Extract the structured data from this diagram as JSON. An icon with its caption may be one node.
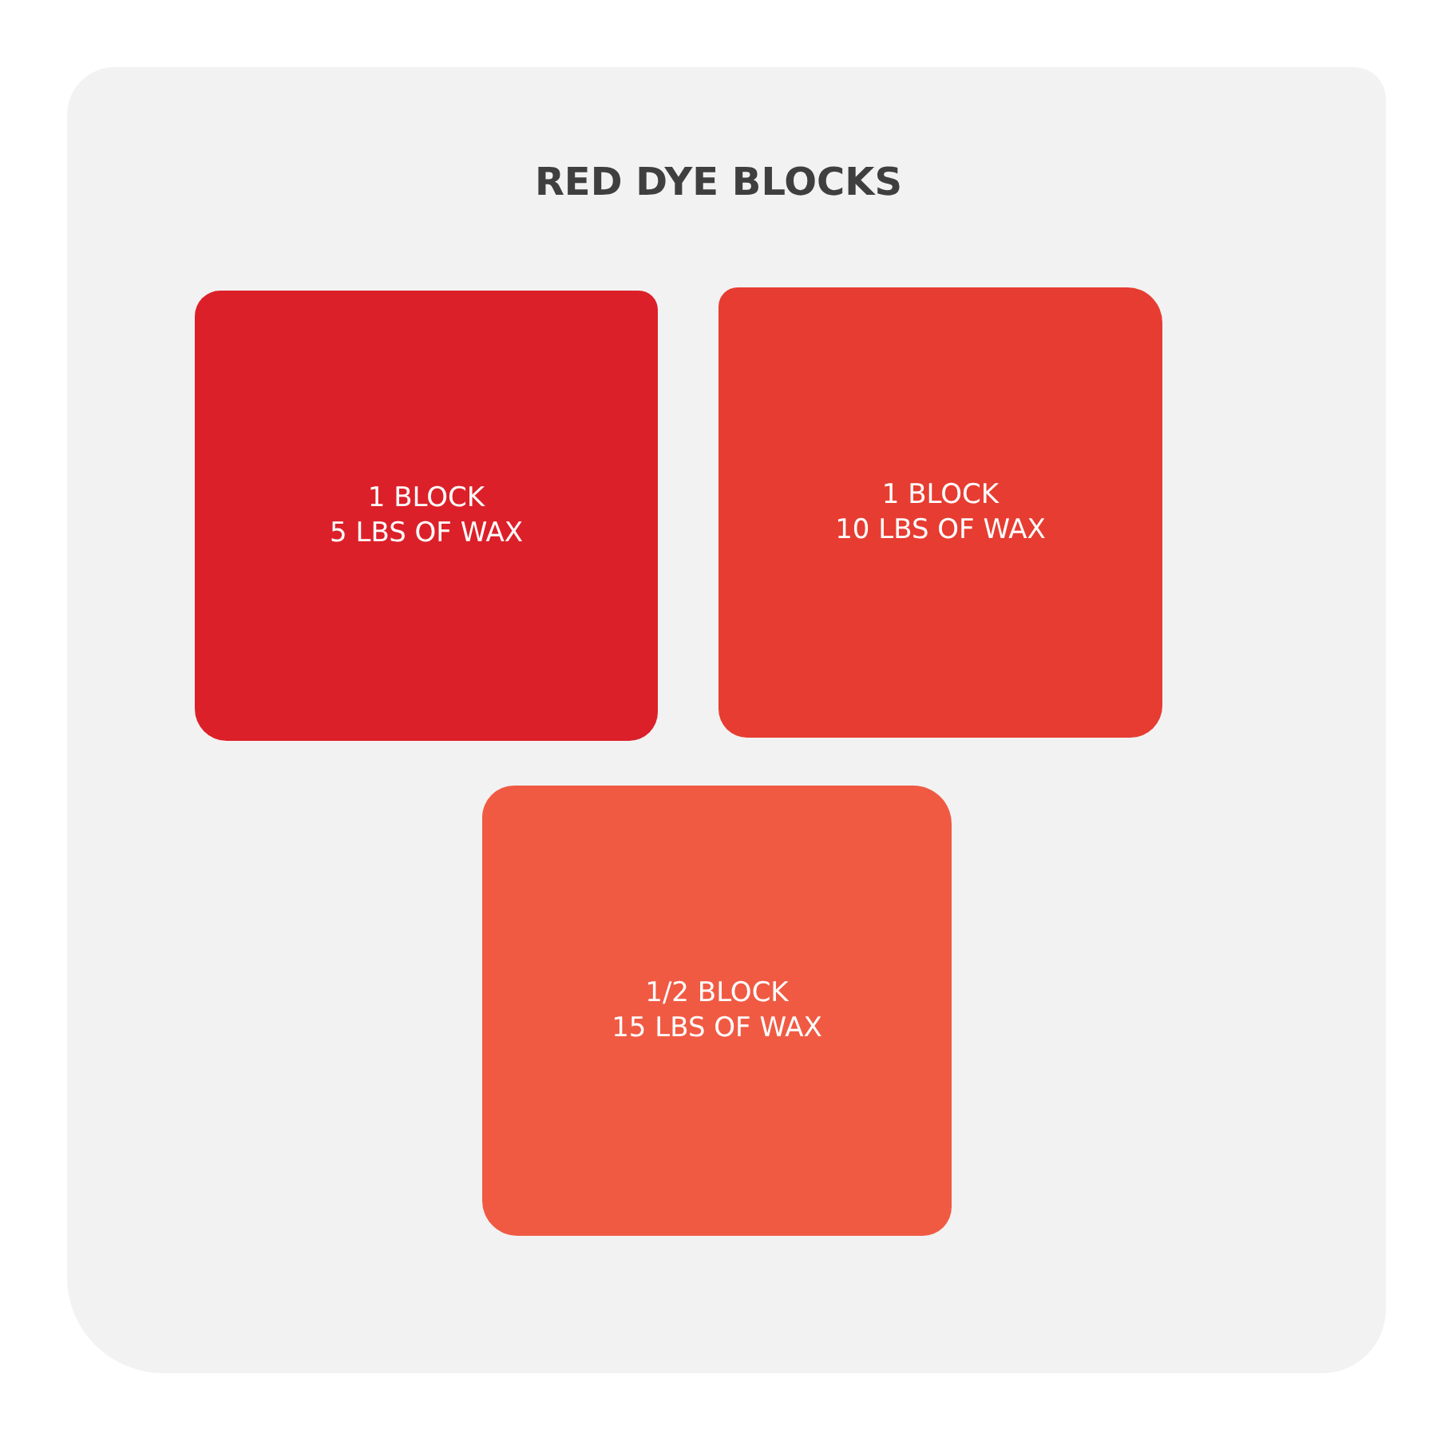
{
  "diagram": {
    "title": "RED DYE BLOCKS",
    "nodes": [
      {
        "text": [
          "1 BLOCK",
          "5 LBS OF WAX"
        ]
      },
      {
        "text": [
          "1 BLOCK",
          "10 LBS OF WAX"
        ]
      },
      {
        "text": [
          "1/2 BLOCK",
          "15 LBS OF WAX"
        ]
      }
    ]
  }
}
